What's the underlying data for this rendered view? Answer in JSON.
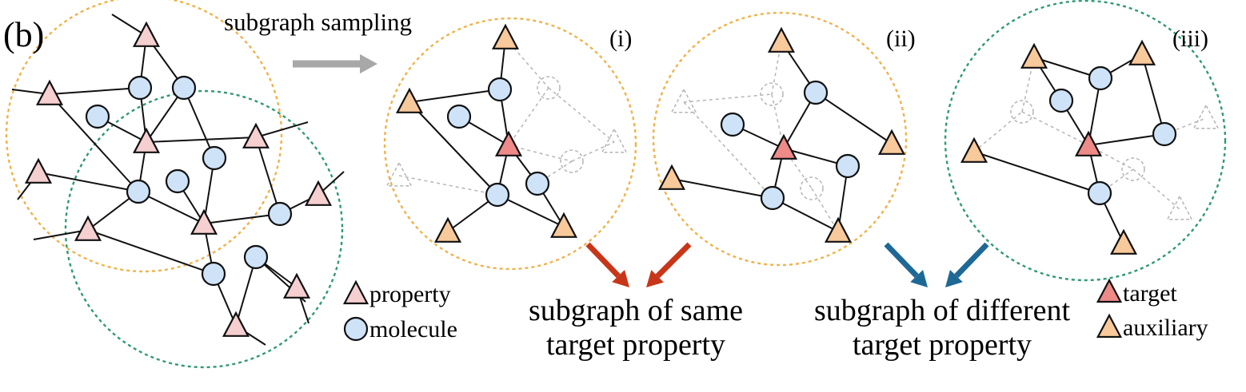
{
  "figure": {
    "panel_label": "(b)",
    "step_label": "subgraph sampling",
    "subgraph_labels": [
      "(i)",
      "(ii)",
      "(iii)"
    ],
    "legend_left": {
      "property": "property",
      "molecule": "molecule"
    },
    "legend_right": {
      "target": "target",
      "auxiliary": "auxiliary"
    },
    "caption_same": {
      "line1": "subgraph of same",
      "line2": "target property"
    },
    "caption_different": {
      "line1": "subgraph of different",
      "line2": "target property"
    }
  },
  "colors": {
    "molecule_fill": "#cfe3f8",
    "property_fill": "#f6cfd0",
    "target_fill": "#ee8a88",
    "auxiliary_fill": "#f8c99a",
    "orange_circle": "#f0b24a",
    "green_circle": "#2f9a72",
    "gray_arrow": "#a8a8a8",
    "red_arrow": "#c8361a",
    "blue_arrow": "#1e6896",
    "faded": "#b9b9b9"
  },
  "icons": {
    "property": "triangle-icon",
    "molecule": "circle-icon",
    "target": "triangle-icon",
    "auxiliary": "triangle-icon"
  }
}
